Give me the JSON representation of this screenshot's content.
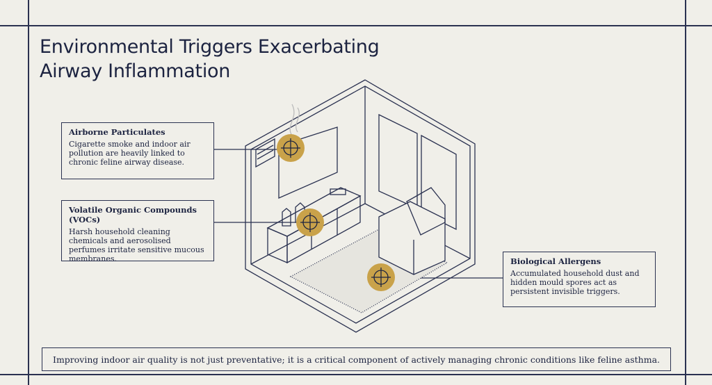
{
  "title": {
    "line1": "Environmental Triggers Exacerbating",
    "line2": "Airway Inflammation"
  },
  "callouts": [
    {
      "heading": "Airborne Particulates",
      "body": "Cigarette smoke and indoor air pollution are heavily linked to chronic feline airway disease."
    },
    {
      "heading": "Volatile Organic Compounds (VOCs)",
      "body": "Harsh household cleaning chemicals and aerosolised perfumes irritate sensitive mucous membranes."
    },
    {
      "heading": "Biological Allergens",
      "body": "Accumulated household dust and hidden mould spores act as persistent invisible triggers."
    }
  ],
  "footer": "Improving indoor air quality is not just preventative; it is a critical component of actively managing chronic conditions like feline asthma.",
  "colors": {
    "ink": "#1c2340",
    "marker": "#c9a24a",
    "background": "#f0efe9"
  }
}
